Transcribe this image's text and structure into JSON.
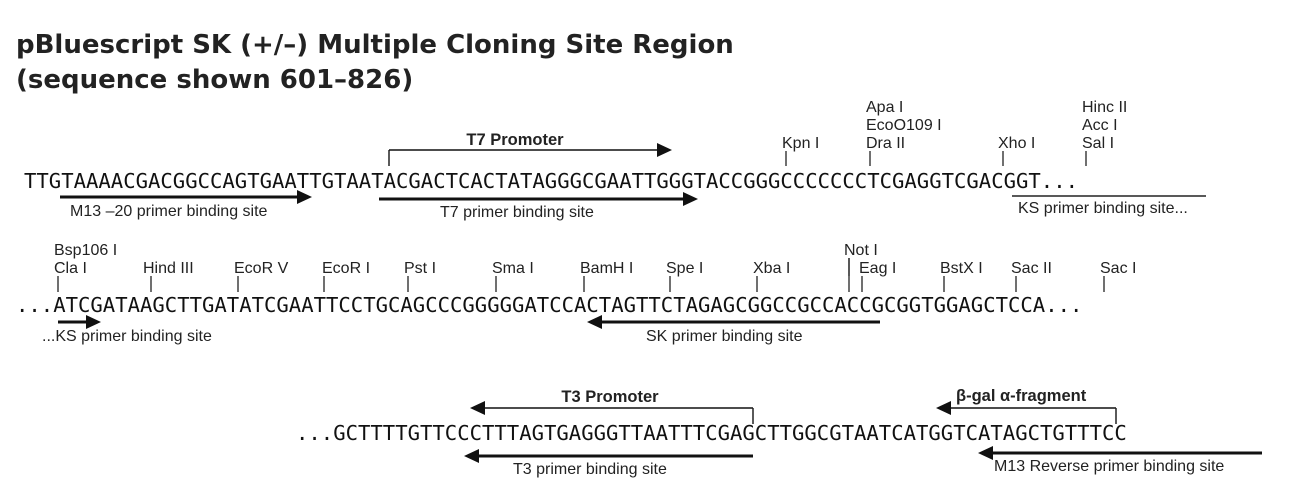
{
  "title": {
    "line1": "pBluescript SK (+/–) Multiple Cloning Site Region",
    "line2": "(sequence shown 601–826)"
  },
  "rows": [
    {
      "sequence": "TTGTAAAACGACGGCCAGTGAATTGTAATACGACTCACTATAGGGCGAATTGGGTACCGGGCCCCCCCTCGAGGTCGACGGT...",
      "sites": [
        {
          "id": "kpn",
          "labels": [
            "Kpn I"
          ]
        },
        {
          "id": "apa",
          "labels": [
            "Apa I",
            "EcoO109 I",
            "Dra II"
          ]
        },
        {
          "id": "xho",
          "labels": [
            "Xho I"
          ]
        },
        {
          "id": "sal",
          "labels": [
            "Hinc II",
            "Acc I",
            "Sal I"
          ]
        }
      ],
      "features": [
        {
          "id": "t7-promoter",
          "label": "T7 Promoter",
          "bold": true
        },
        {
          "id": "m13-20",
          "label": "M13 –20 primer binding site"
        },
        {
          "id": "t7-primer",
          "label": "T7 primer binding site"
        },
        {
          "id": "ks-primer-1",
          "label": "KS primer binding site..."
        }
      ]
    },
    {
      "sequence": "...ATCGATAAGCTTGATATCGAATTCCTGCAGCCCGGGGGATCCACTAGTTCTAGAGCGGCCGCCACCGCGGTGGAGCTCCA...",
      "sites": [
        {
          "id": "cla",
          "labels": [
            "Bsp106 I",
            "Cla I"
          ]
        },
        {
          "id": "hind",
          "labels": [
            "Hind III"
          ]
        },
        {
          "id": "ecorv",
          "labels": [
            "EcoR V"
          ]
        },
        {
          "id": "ecori",
          "labels": [
            "EcoR I"
          ]
        },
        {
          "id": "pst",
          "labels": [
            "Pst I"
          ]
        },
        {
          "id": "sma",
          "labels": [
            "Sma I"
          ]
        },
        {
          "id": "bamh",
          "labels": [
            "BamH I"
          ]
        },
        {
          "id": "spe",
          "labels": [
            "Spe I"
          ]
        },
        {
          "id": "xba",
          "labels": [
            "Xba I"
          ]
        },
        {
          "id": "not",
          "labels": [
            "Not I"
          ]
        },
        {
          "id": "eag",
          "labels": [
            "Eag I"
          ]
        },
        {
          "id": "bstx",
          "labels": [
            "BstX I"
          ]
        },
        {
          "id": "sacii",
          "labels": [
            "Sac II"
          ]
        },
        {
          "id": "saci",
          "labels": [
            "Sac I"
          ]
        }
      ],
      "features": [
        {
          "id": "ks-primer-2",
          "label": "...KS primer binding site"
        },
        {
          "id": "sk-primer",
          "label": "SK primer binding site"
        }
      ]
    },
    {
      "sequence": "...GCTTTTGTTCCCTTTAGTGAGGGTTAATTTCGAGCTTGGCGTAATCATGGTCATAGCTGTTTCC",
      "sites": [],
      "features": [
        {
          "id": "t3-promoter",
          "label": "T3 Promoter",
          "bold": true
        },
        {
          "id": "bgal",
          "label": "β-gal α-fragment",
          "bold": true
        },
        {
          "id": "t3-primer",
          "label": "T3 primer binding site"
        },
        {
          "id": "m13rev",
          "label": "M13 Reverse primer binding site"
        }
      ]
    }
  ]
}
